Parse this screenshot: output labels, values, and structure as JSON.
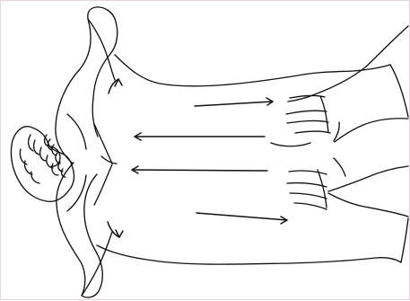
{
  "figure": {
    "stroke_color": "#111111",
    "border_color": "#e7d6df",
    "background": "#ffffff",
    "subject": "massage-diagram",
    "arrow_directions": [
      "right",
      "left",
      "left",
      "right",
      "up",
      "down"
    ]
  }
}
